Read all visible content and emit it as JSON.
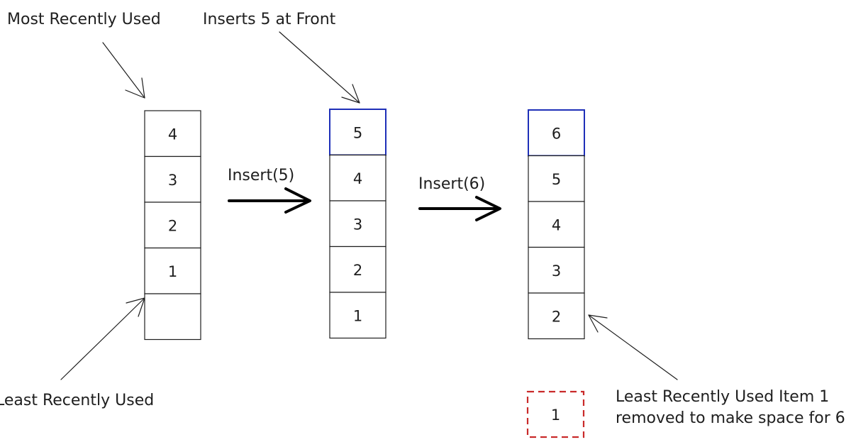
{
  "annotations": {
    "most_recently_used": "Most Recently Used",
    "least_recently_used": "Least Recently Used",
    "inserts_front": "Inserts 5 at Front",
    "evicted_line1": "Least Recently Used Item 1",
    "evicted_line2": "removed to make space for 6"
  },
  "operations": {
    "insert5": "Insert(5)",
    "insert6": "Insert(6)"
  },
  "stacks": {
    "initial": [
      "4",
      "3",
      "2",
      "1",
      ""
    ],
    "after_insert5": [
      "5",
      "4",
      "3",
      "2",
      "1"
    ],
    "after_insert6": [
      "6",
      "5",
      "4",
      "3",
      "2"
    ]
  },
  "evicted": "1",
  "colors": {
    "stroke": "#1e1e1e",
    "new_item": "#1e2fb8",
    "evicted": "#c92a2a"
  }
}
